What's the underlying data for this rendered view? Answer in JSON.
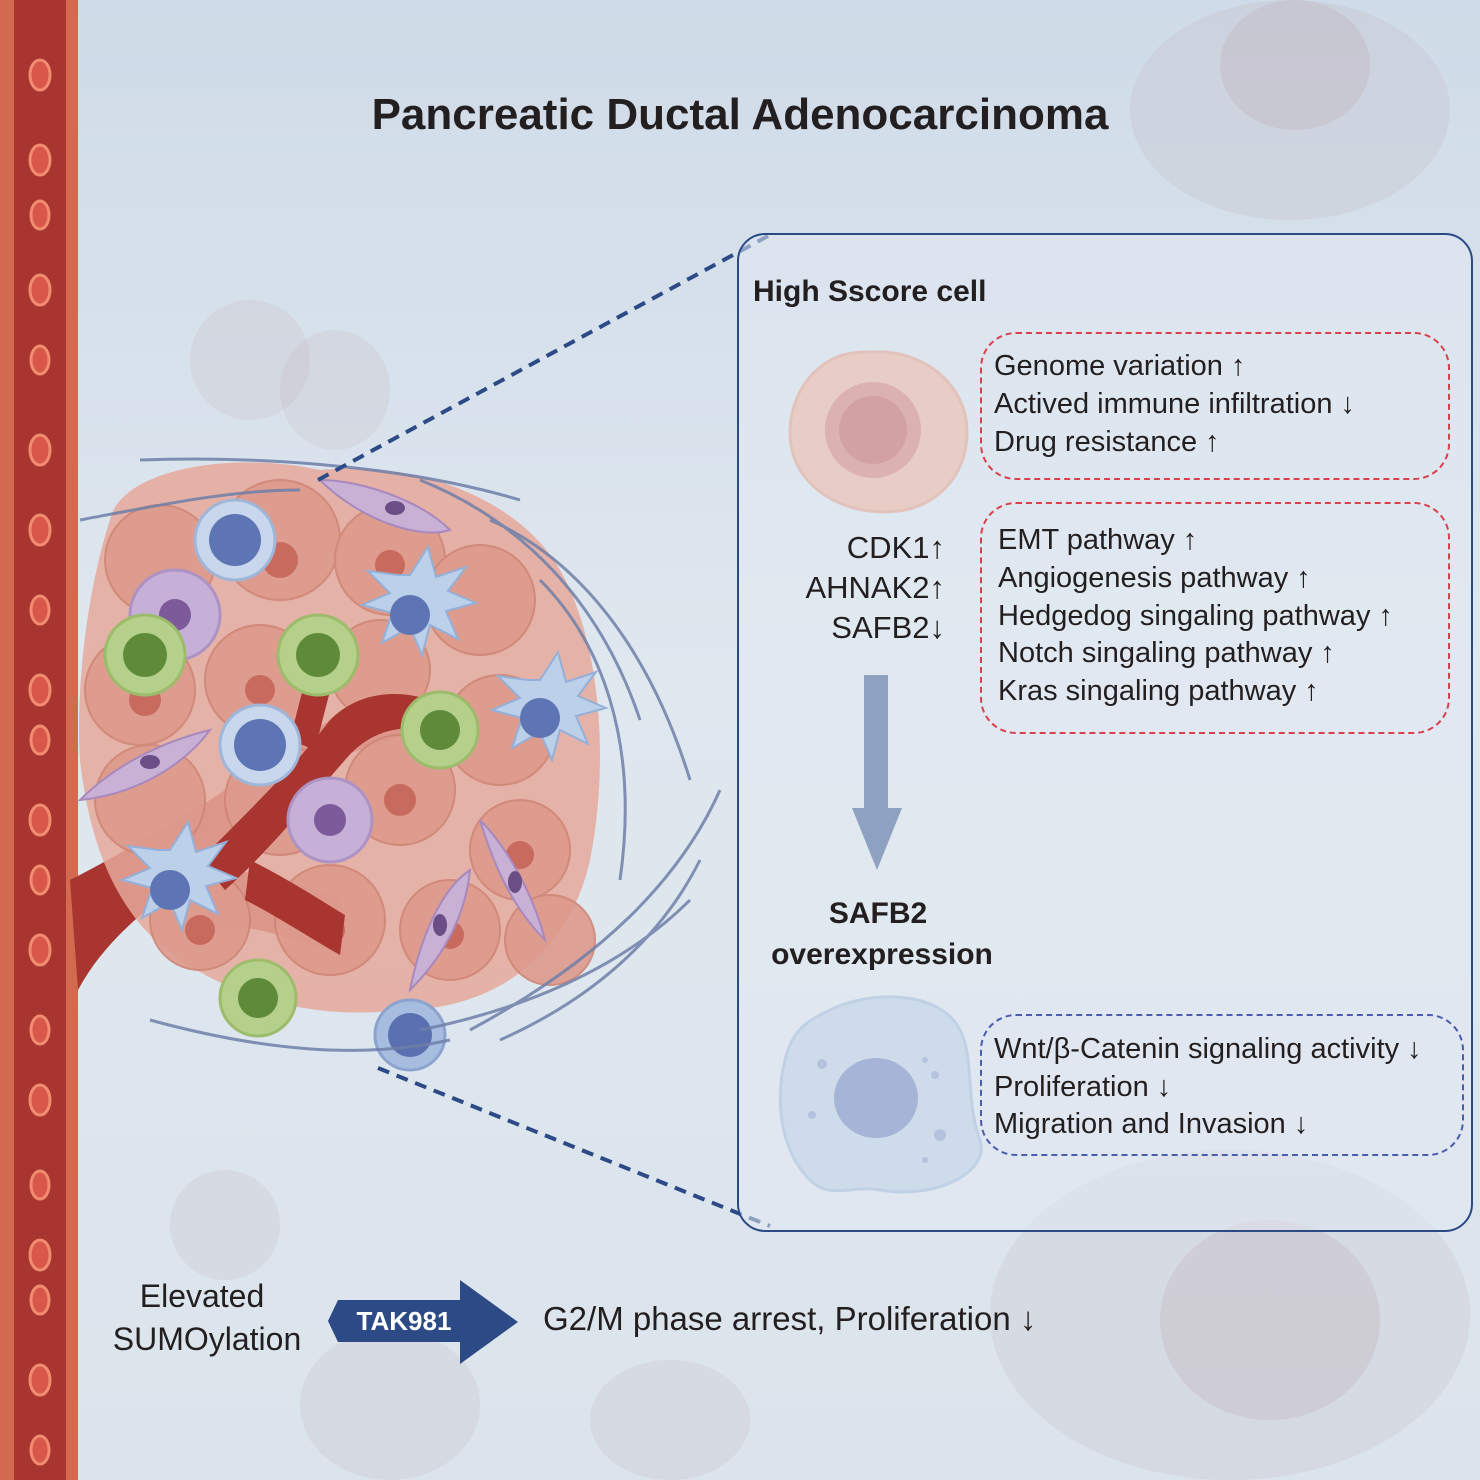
{
  "title": "Pancreatic Ductal Adenocarcinoma",
  "panel": {
    "heading": "High Sscore cell",
    "genes": [
      "CDK1↑",
      "AHNAK2↑",
      "SAFB2↓"
    ],
    "box1": [
      "Genome variation ↑",
      "Actived immune infiltration ↓",
      "Drug resistance ↑"
    ],
    "box2": [
      "EMT pathway ↑",
      "Angiogenesis pathway ↑",
      "Hedgedog singaling pathway ↑",
      "Notch singaling pathway ↑",
      "Kras singaling pathway ↑"
    ],
    "result_line1": "SAFB2",
    "result_line2": "overexpression",
    "box3": [
      "Wnt/β-Catenin signaling activity ↓",
      "Proliferation ↓",
      "Migration and Invasion ↓"
    ]
  },
  "bottom": {
    "left_line1": "Elevated",
    "left_line2": "SUMOylation",
    "drug": "TAK981",
    "outcome": "G2/M phase arrest, Proliferation ↓"
  },
  "colors": {
    "panel_border": "#2c4a86",
    "red_dash": "#d8404b",
    "blue_dash": "#4b5bb0",
    "arrow": "#2c4a86",
    "vessel": "#a8352f"
  }
}
